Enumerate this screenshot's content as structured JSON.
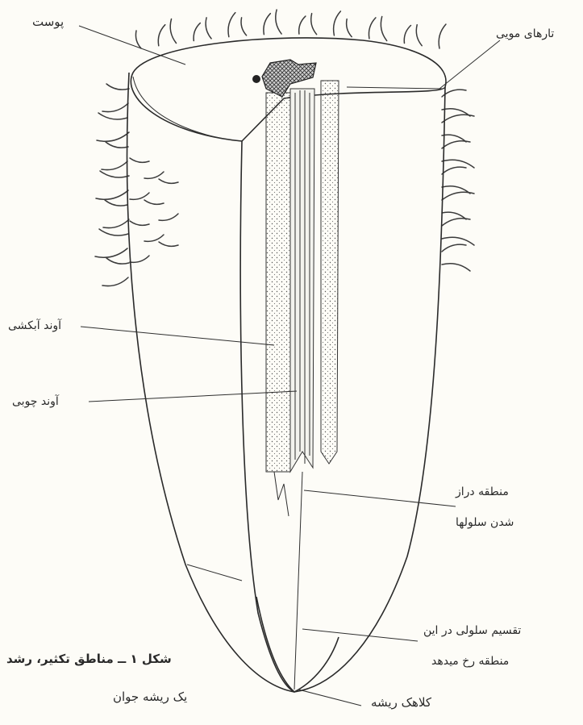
{
  "labels": {
    "epidermis": "پوست",
    "root_hairs": "تارهای مویی",
    "xylem": "آوند آبکشی",
    "phloem": "آوند چوبی",
    "elongation_line1": "منطقه دراز",
    "elongation_line2": "شدن سلولها",
    "division_line1": "تقسیم سلولی در این",
    "division_line2": "منطقه رخ میدهد",
    "root_cap": "کلاهک ریشه"
  },
  "caption": {
    "line1": "شکل ۱ ــ مناطق تکثیر، رشد",
    "line2": "یک ریشه جوان"
  }
}
